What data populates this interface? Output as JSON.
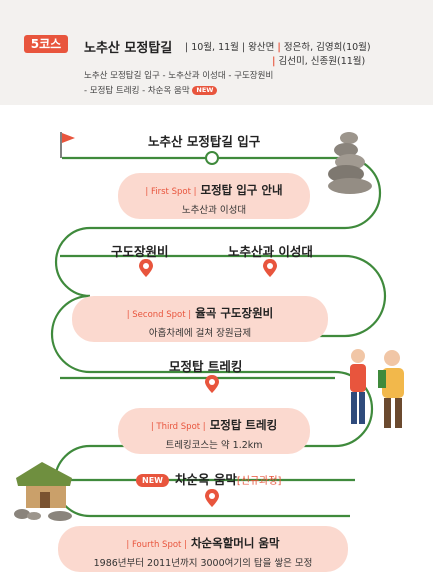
{
  "header": {
    "badge": "5코스",
    "title": "노추산 모정탑길",
    "meta_months": "| 10월, 11월 | 왕산면 ",
    "meta_bar": "|",
    "meta_guides1": " 정은하, 김영희(10월)",
    "meta2_bar": "|",
    "meta_guides2": " 김선미, 신종원(11월)",
    "route_line1": "노추산 모정탑길 입구 - 노추산과 이성대 - 구도장원비",
    "route_line2": "- 모정탑 트레킹 - 차순옥 움막 ",
    "route_new": "NEW"
  },
  "path": {
    "start": "노추산 모정탑길 입구",
    "stop1": "구도장원비",
    "stop2": "노추산과 이성대",
    "stop3": "모정탑 트레킹"
  },
  "spots": [
    {
      "tag": "| First Spot |",
      "title": "모정탑 입구 안내",
      "desc": "노추산과 이성대"
    },
    {
      "tag": "| Second Spot |",
      "title": "율곡 구도장원비",
      "desc": "아홉차례에 걸쳐 장원급제"
    },
    {
      "tag": "| Third Spot |",
      "title": "모정탑 트레킹",
      "desc": "트레킹코스는 약 1.2km"
    },
    {
      "tag": "| Fourth Spot |",
      "title": "차순옥할머니 움막",
      "desc": "1986년부터 2011년까지 3000여기의 탑을 쌓은 모정"
    }
  ],
  "new_stop": {
    "tag": "NEW",
    "title": "차순옥 움막",
    "sub": "[신규과정]"
  },
  "colors": {
    "accent": "#e8553d",
    "path": "#3f8a3c",
    "spot_bg": "#fbd9cf",
    "header_bg": "#f3f1ef"
  },
  "icons": [
    "flag-icon",
    "stone-tower-icon",
    "map-pin-icon",
    "hikers-icon",
    "thatched-hut-icon"
  ]
}
